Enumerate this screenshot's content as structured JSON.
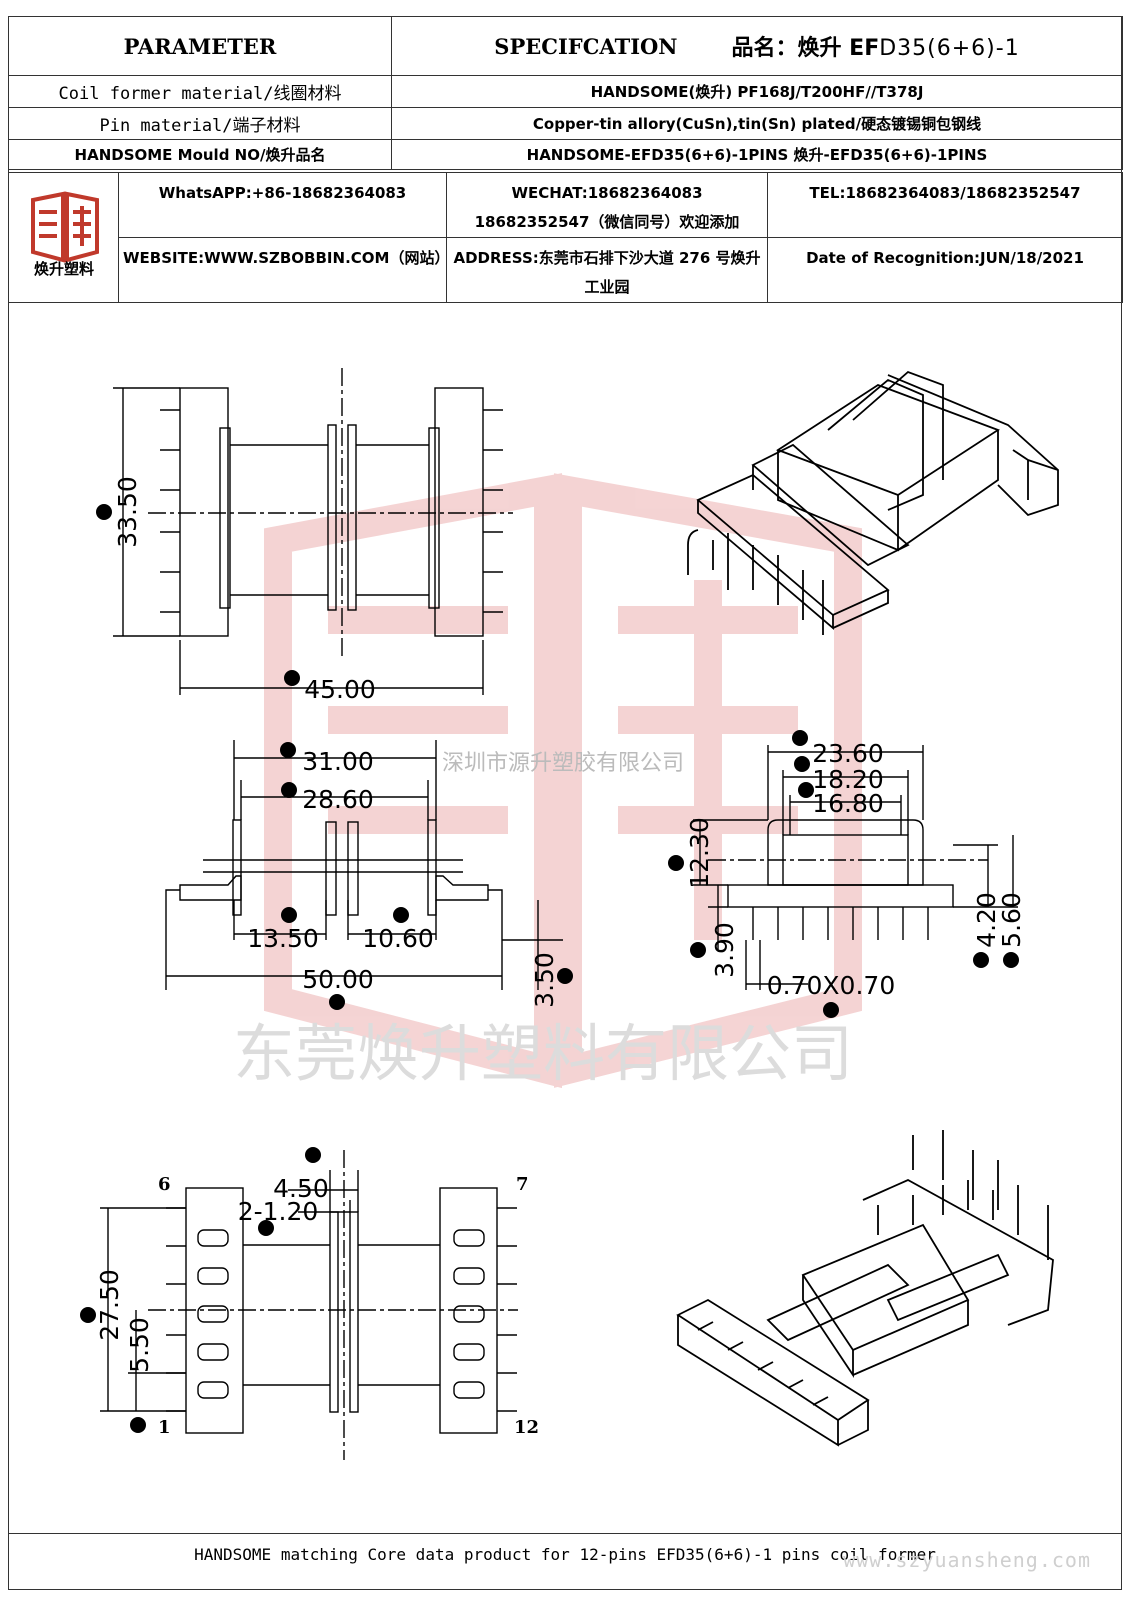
{
  "header": {
    "parameter": "PARAMETER",
    "specification": "SPECIFCATION",
    "product_name_label": "品名：焕升 EF",
    "product_name_model": "D35(6+6)-1"
  },
  "rows": [
    {
      "param": "Coil former material/线圈材料",
      "spec": "HANDSOME(焕升)   PF168J/T200HF//T378J"
    },
    {
      "param": "Pin material/端子材料",
      "spec": "Copper-tin allory(CuSn),tin(Sn) plated/硬态镀锡铜包钢线"
    },
    {
      "param": "HANDSOME Mould NO/焕升品名",
      "spec": "HANDSOME-EFD35(6+6)-1PINS    焕升-EFD35(6+6)-1PINS"
    }
  ],
  "company": {
    "logo_text": "焕升塑料",
    "whatsapp": "WhatsAPP:+86-18682364083",
    "wechat_line1": "WECHAT:18682364083",
    "wechat_line2": "18682352547（微信同号）欢迎添加",
    "tel": "TEL:18682364083/18682352547",
    "website": "WEBSITE:WWW.SZBOBBIN.COM（网站）",
    "address": "ADDRESS:东莞市石排下沙大道 276 号焕升工业园",
    "date": "Date of Recognition:JUN/18/2021",
    "brand_color": "#c0392b"
  },
  "watermarks": {
    "line1": "深圳市源升塑胶有限公司",
    "line2": "东莞焕升塑料有限公司",
    "url": "www.szyuansheng.com"
  },
  "dimensions": {
    "A": "33.50",
    "B": "45.00",
    "C": "31.00",
    "D": "28.60",
    "E": "13.50",
    "F": "10.60",
    "G": "50.00",
    "H": "3.50",
    "J": "12.30",
    "K": "23.60",
    "L": "18.20",
    "M": "16.80",
    "N": "3.90",
    "O": "4.20",
    "P": "5.60",
    "pin": "0.70X0.70",
    "Q": "4.50",
    "R": "2-1.20",
    "S": "27.50",
    "T": "5.50",
    "pin_labels": [
      "6",
      "7",
      "1",
      "12"
    ]
  },
  "footer": "HANDSOME matching Core data  product for 12-pins EFD35(6+6)-1 pins coil former"
}
